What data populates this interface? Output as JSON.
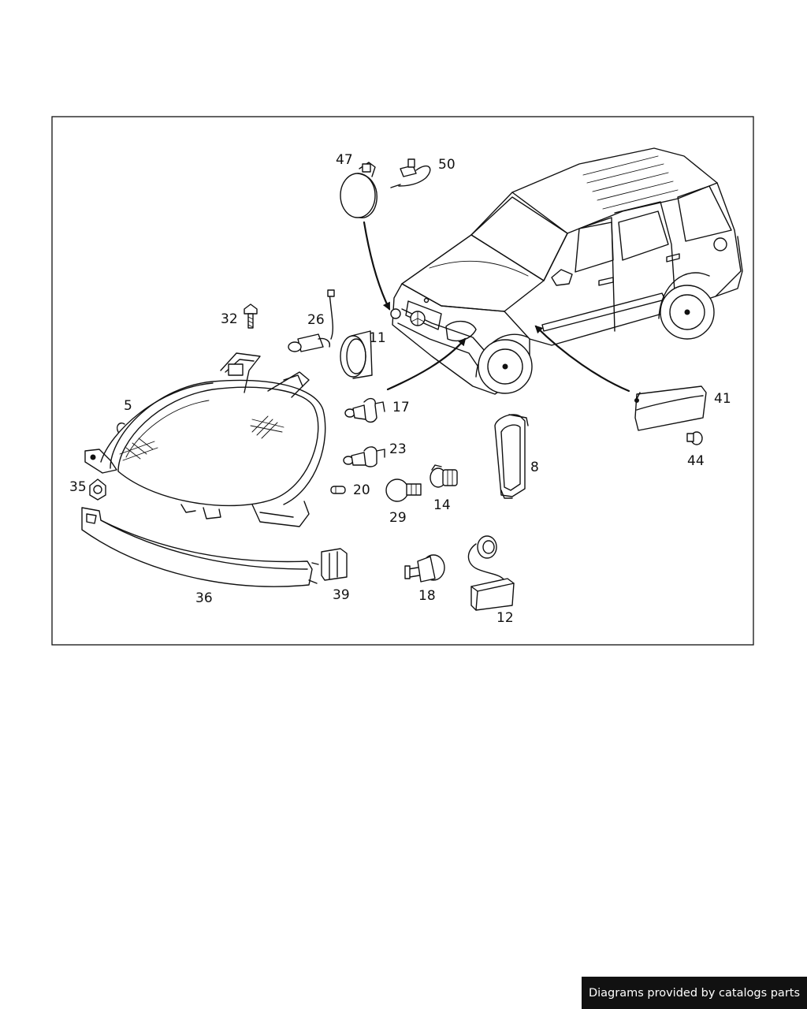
{
  "diagram": {
    "callouts": [
      "47",
      "50",
      "32",
      "26",
      "11",
      "5",
      "17",
      "23",
      "20",
      "35",
      "29",
      "14",
      "8",
      "41",
      "44",
      "36",
      "39",
      "18",
      "12"
    ]
  },
  "colors": {
    "line": "#111111",
    "background": "#ffffff",
    "footer_bg": "#111111",
    "footer_text": "#ffffff"
  },
  "footer": {
    "text": "Diagrams provided by catalogs parts"
  }
}
